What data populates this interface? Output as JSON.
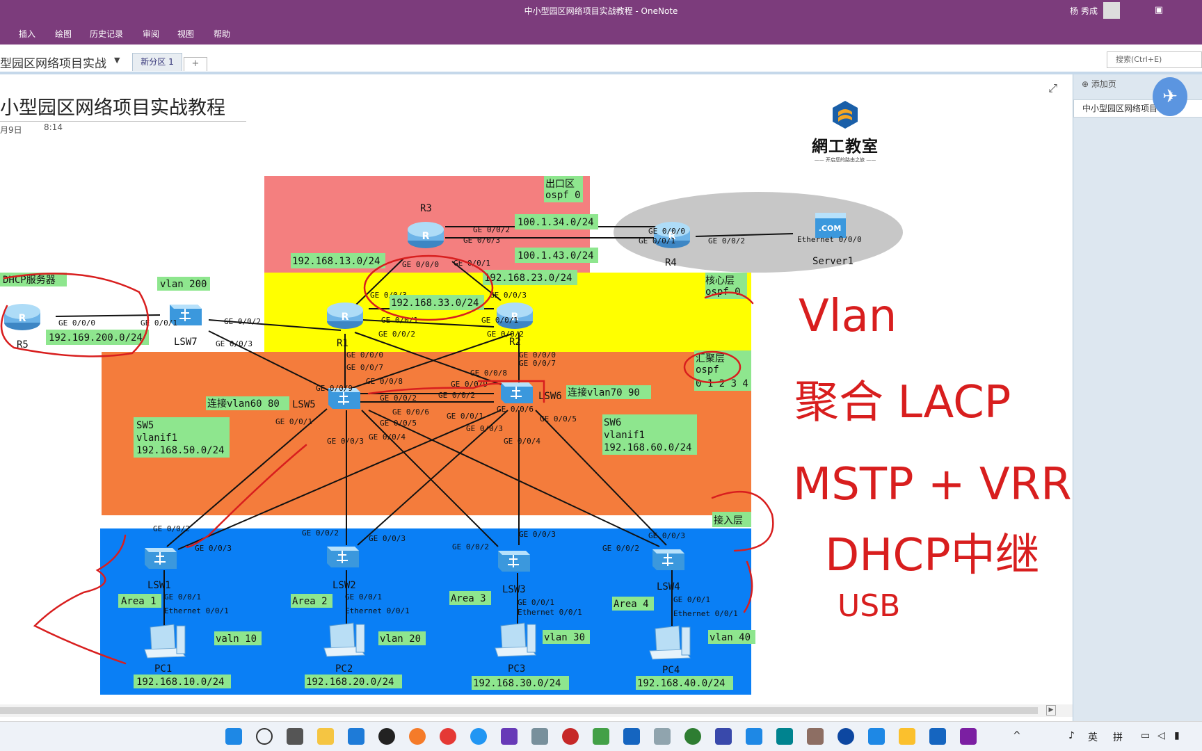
{
  "window": {
    "title": "中小型园区网络项目实战教程 - OneNote",
    "user": "杨 秀成"
  },
  "menu": {
    "items": [
      "插入",
      "绘图",
      "历史记录",
      "审阅",
      "视图",
      "帮助"
    ]
  },
  "notebook": {
    "name": "型园区网络项目实战",
    "section_tab": "新分区 1",
    "add_tab": "+"
  },
  "search": {
    "placeholder": "搜索(Ctrl+E)"
  },
  "page": {
    "title": "小型园区网络项目实战教程",
    "date": "月9日",
    "time": "8:14"
  },
  "right_pane": {
    "add_page": "添加页",
    "page_item": "中小型园区网络项目"
  },
  "logo": {
    "name": "網工教室",
    "tagline": "—— 开启您的路由之旅 ——"
  },
  "diagram": {
    "zones": {
      "exit": "出口区",
      "exit_ospf": "ospf 0",
      "core": "核心层",
      "core_ospf": "ospf 0",
      "agg": "汇聚层",
      "agg_ospf": "ospf",
      "agg_areas": "0 1 2 3 4",
      "access": "接入层"
    },
    "devices": {
      "R3": "R3",
      "R4": "R4",
      "R1": "R1",
      "R2": "R2",
      "R5": "R5",
      "Server1": "Server1",
      "LSW7": "LSW7",
      "LSW5": "LSW5",
      "LSW6": "LSW6",
      "LSW1": "LSW1",
      "LSW2": "LSW2",
      "LSW3": "LSW3",
      "LSW4": "LSW4",
      "PC1": "PC1",
      "PC2": "PC2",
      "PC3": "PC3",
      "PC4": "PC4"
    },
    "server_logo": ".COM",
    "notes": {
      "dhcp": "DHCP服务器",
      "vlan200": "vlan 200",
      "net_200": "192.169.200.0/24",
      "net_134": "100.1.34.0/24",
      "net_143": "100.1.43.0/24",
      "net_13": "192.168.13.0/24",
      "net_23": "192.168.23.0/24",
      "net_33": "192.168.33.0/24",
      "conn60": "连接vlan60 80",
      "conn70": "连接vlan70 90",
      "sw5": "SW5",
      "sw5_vlanif": "vlanif1",
      "sw5_net": "192.168.50.0/24",
      "sw6": "SW6",
      "sw6_vlanif": "vlanif1",
      "sw6_net": "192.168.60.0/24",
      "area1": "Area 1",
      "area2": "Area 2",
      "area3": "Area 3",
      "area4": "Area 4",
      "vlan10": "valn 10",
      "vlan20": "vlan 20",
      "vlan30": "vlan 30",
      "vlan40": "vlan 40",
      "net10": "192.168.10.0/24",
      "net20": "192.168.20.0/24",
      "net30": "192.168.30.0/24",
      "net40": "192.168.40.0/24"
    },
    "ports": {
      "r3_g002": "GE 0/0/2",
      "r3_g003": "GE 0/0/3",
      "r3_g000": "GE 0/0/0",
      "r3_g001": "GE 0/0/1",
      "r4_g000": "GE 0/0/0",
      "r4_g001": "GE 0/0/1",
      "r4_g002": "GE 0/0/2",
      "srv_eth": "Ethernet 0/0/0",
      "r1_g003": "GE 0/0/3",
      "r1_g001": "GE 0/0/1",
      "r1_g002": "GE 0/0/2",
      "r1_g000": "GE 0/0/0",
      "r2_g003": "GE 0/0/3",
      "r2_g001": "GE 0/0/1",
      "r2_g002": "GE 0/0/2",
      "r2_g000": "GE 0/0/0",
      "r5_g000": "GE 0/0/0",
      "lsw7_g001": "GE 0/0/1",
      "lsw7_g002": "GE 0/0/2",
      "lsw7_g003": "GE 0/0/3",
      "sw5_g007": "GE 0/0/7",
      "sw5_g008": "GE 0/0/8",
      "sw5_g009": "GE 0/0/9",
      "sw5_g002": "GE 0/0/2",
      "sw5_g006": "GE 0/0/6",
      "sw5_g005": "GE 0/0/5",
      "sw5_g004": "GE 0/0/4",
      "sw5_g003": "GE 0/0/3",
      "sw5_g001": "GE 0/0/1",
      "sw6_g007": "GE 0/0/7",
      "sw6_g008": "GE 0/0/8",
      "sw6_g009": "GE 0/0/9",
      "sw6_g002": "GE 0/0/2",
      "sw6_g006": "GE 0/0/6",
      "sw6_g001": "GE 0/0/1",
      "sw6_g003": "GE 0/0/3",
      "sw6_g004": "GE 0/0/4",
      "sw6_g005": "GE 0/0/5",
      "lsw1_g002": "GE 0/0/2",
      "lsw1_g003": "GE 0/0/3",
      "lsw1_g001": "GE 0/0/1",
      "pc1_eth": "Ethernet 0/0/1",
      "lsw2_g002": "GE 0/0/2",
      "lsw2_g003": "GE 0/0/3",
      "lsw2_g001": "GE 0/0/1",
      "pc2_eth": "Ethernet 0/0/1",
      "lsw3_g002": "GE 0/0/2",
      "lsw3_g003": "GE 0/0/3",
      "lsw3_g001": "GE 0/0/1",
      "pc3_eth": "Ethernet 0/0/1",
      "lsw4_g002": "GE 0/0/2",
      "lsw4_g003": "GE 0/0/3",
      "lsw4_g001": "GE 0/0/1",
      "pc4_eth": "Ethernet 0/0/1"
    },
    "handwriting": [
      "Vlan",
      "聚合 LACP",
      "MSTP + VRRP",
      "DHCP中继",
      "USB"
    ]
  },
  "colors": {
    "title_bar": "#7c3c7c",
    "exit_zone": "#f47f7f",
    "core_zone": "#ffff00",
    "agg_zone": "#f47c3c",
    "access_zone": "#0a7ff5",
    "note_green": "#8ee68e",
    "ink": "#d81e1e"
  },
  "taskbar": {
    "ime": "英",
    "ime2": "拼"
  }
}
